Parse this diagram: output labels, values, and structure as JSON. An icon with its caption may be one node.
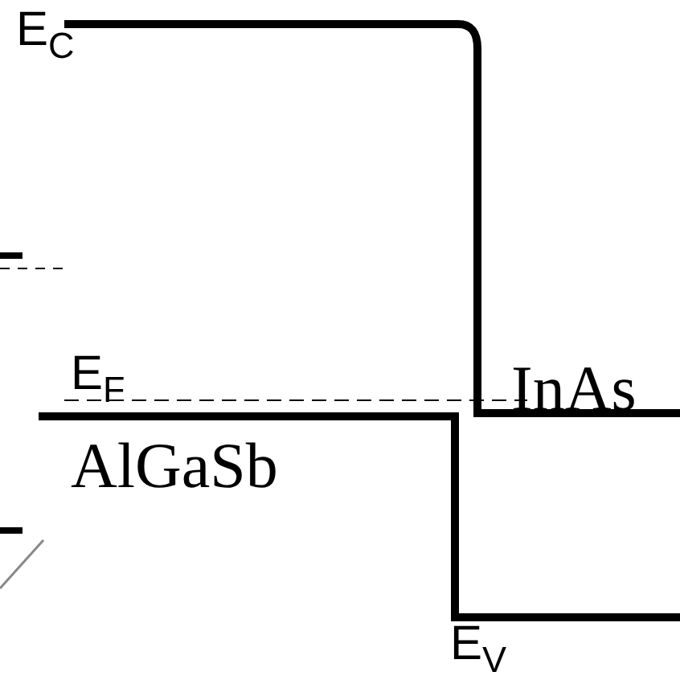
{
  "diagram": {
    "labels": [
      "E$_{C}$",
      "E$_{F}$",
      "InAs",
      "AlGaSb",
      "E$_{V}$"
    ]
  }
}
